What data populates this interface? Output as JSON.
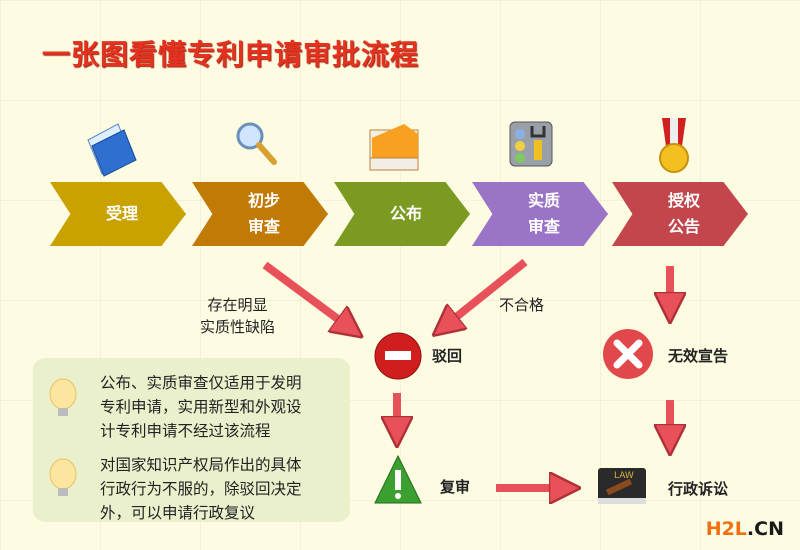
{
  "title": "一张图看懂专利申请审批流程",
  "steps": [
    {
      "line1": "受理",
      "line2": "",
      "color": "#c9a200",
      "icon": "folder-icon"
    },
    {
      "line1": "初步",
      "line2": "审查",
      "color": "#c27a06",
      "icon": "magnifier-icon"
    },
    {
      "line1": "公布",
      "line2": "",
      "color": "#7b9a22",
      "icon": "open-folder-icon"
    },
    {
      "line1": "实质",
      "line2": "审查",
      "color": "#9b74c8",
      "icon": "control-panel-icon"
    },
    {
      "line1": "授权",
      "line2": "公告",
      "color": "#c2464c",
      "icon": "medal-icon"
    }
  ],
  "labels": {
    "defect_line1": "存在明显",
    "defect_line2": "实质性缺陷",
    "unqualified": "不合格",
    "reject": "驳回",
    "invalidation": "无效宣告",
    "reexamination": "复审",
    "litigation": "行政诉讼"
  },
  "notes": [
    {
      "lines": [
        "公布、实质审查仅适用于发明",
        "专利申请，实用新型和外观设",
        "计专利申请不经过该流程"
      ]
    },
    {
      "lines": [
        "对国家知识产权局作出的具体",
        "行政行为不服的，除驳回决定",
        "外，可以申请行政复议"
      ]
    }
  ],
  "watermark": {
    "brand": "H2L",
    "suffix": ".CN"
  },
  "colors": {
    "arrow": "#e8505a",
    "title": "#e4321e"
  }
}
